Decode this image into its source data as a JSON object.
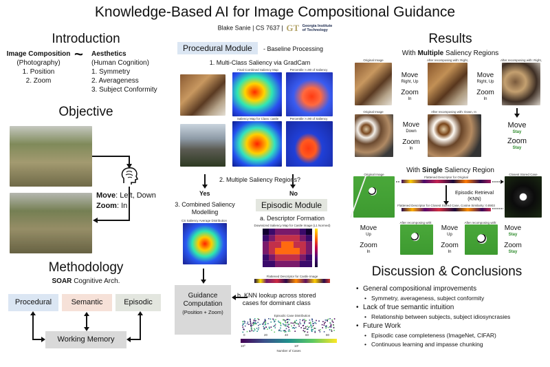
{
  "header": {
    "title": "Knowledge-Based AI for Image Compositional Guidance",
    "byline": "Blake Sanie | CS 7637 |",
    "gt_logo": "GT",
    "gt_line1": "Georgia Institute",
    "gt_line2": "of Technology"
  },
  "introduction": {
    "heading": "Introduction",
    "left_title": "Image Composition",
    "left_sub": "(Photography)",
    "left_items": [
      "1. Position",
      "2. Zoom"
    ],
    "tilde": "~",
    "right_title": "Aesthetics",
    "right_sub": "(Human Cognition)",
    "right_items": [
      "1. Symmetry",
      "2. Averageness",
      "3. Subject Conformity"
    ]
  },
  "objective": {
    "heading": "Objective",
    "move_label": "Move",
    "move_value": ": Left, Down",
    "zoom_label": "Zoom",
    "zoom_value": ": In"
  },
  "methodology": {
    "heading": "Methodology",
    "soar_bold": "SOAR",
    "soar_rest": " Cognitive Arch.",
    "procedural": "Procedural",
    "semantic": "Semantic",
    "episodic": "Episodic",
    "working_memory": "Working Memory"
  },
  "procedural_module": {
    "tag": "Procedural Module",
    "baseline": "- Baseline Processing",
    "step1": "1. Multi-Class Saliency via GradCam",
    "heat_titles": [
      "Final Combined Saliency Map",
      "Percentile >=90 of Saliency",
      "Saliency Map for Class: castle",
      "Percentile >=90 of Saliency"
    ],
    "step2": "2. Multiple Saliency Regions?",
    "yes": "Yes",
    "no": "No",
    "step3_line1": "3. Combined Saliency",
    "step3_line2": "Modelling",
    "cs_caption": "CS Saliency Average Distribution",
    "guidance_line1": "Guidance",
    "guidance_line2": "Computation",
    "guidance_line3": "(Position + Zoom)"
  },
  "episodic_module": {
    "tag": "Episodic Module",
    "step_a": "a. Descriptor Formation",
    "grid_caption": "Downsized Saliency Map for Castle Image (L1 Normed)",
    "flat_caption": "Flattened Descriptor for Castle Image",
    "step_b_line1": "b. KNN lookup across stored",
    "step_b_line2": "cases for dominant class",
    "dist_caption": "Episodic Case Distribution",
    "dist_ticks": [
      "0",
      "20",
      "40",
      "60",
      "80"
    ],
    "colorbar_ticks": [
      "10⁰",
      "10¹"
    ],
    "colorbar_label": "Number of Cases"
  },
  "results": {
    "heading": "Results",
    "multiple_pre": "With ",
    "multiple_bold": "Multiple",
    "multiple_post": " Saliency Regions",
    "single_pre": "With ",
    "single_bold": "Single",
    "single_post": " Saliency Region",
    "img_captions": [
      "Original Image",
      "After recomposing with: Right, Up, In",
      "After recomposing with: Right, Up, In",
      "Original Image",
      "After recomposing with: Down, In"
    ],
    "move": "Move",
    "zoom": "Zoom",
    "row1_a": {
      "move": "Right, Up",
      "zoom": "In"
    },
    "row1_b": {
      "move": "Right, Up",
      "zoom": "In"
    },
    "row2_a": {
      "move": "Down",
      "zoom": "In"
    },
    "row2_b": {
      "move": "Stay",
      "zoom": "Stay"
    },
    "single_orig": "Original Image",
    "single_closest": "Closest Stored Case",
    "flat_orig": "Flattened Descriptor for Original",
    "retrieval_line1": "Episodic Retrieval",
    "retrieval_line2": "(KNN)",
    "flat_closest": "Flattened Descriptor for Closest Stored Case, Cosine Similarity: 0.8903",
    "soccer_cap1": "After recomposing with: Up, In",
    "soccer_cap2": "After recomposing with: Up, In",
    "s1": {
      "move": "Up",
      "zoom": "In"
    },
    "s2": {
      "move": "Up",
      "zoom": "In"
    },
    "s3": {
      "move": "Stay",
      "zoom": "Stay"
    }
  },
  "discussion": {
    "heading": "Discussion & Conclusions",
    "items": [
      {
        "text": "General compositional improvements",
        "level": 1
      },
      {
        "text": "Symmetry, averageness, subject conformity",
        "level": 2
      },
      {
        "text": "Lack of true semantic intuition",
        "level": 1
      },
      {
        "text": "Relationship between subjects, subject idiosyncrasies",
        "level": 2
      },
      {
        "text": "Future Work",
        "level": 1
      },
      {
        "text": "Episodic case completeness (ImageNet, CIFAR)",
        "level": 2
      },
      {
        "text": "Continuous learning and impasse chunking",
        "level": 2
      }
    ]
  },
  "colors": {
    "procedural_box": "#dbe6f3",
    "semantic_box": "#f6e1d8",
    "episodic_box": "#e3e6df",
    "working_memory_box": "#d9d9d9",
    "gt_gold": "#b3a369",
    "stay_green": "#2c8a2a"
  }
}
